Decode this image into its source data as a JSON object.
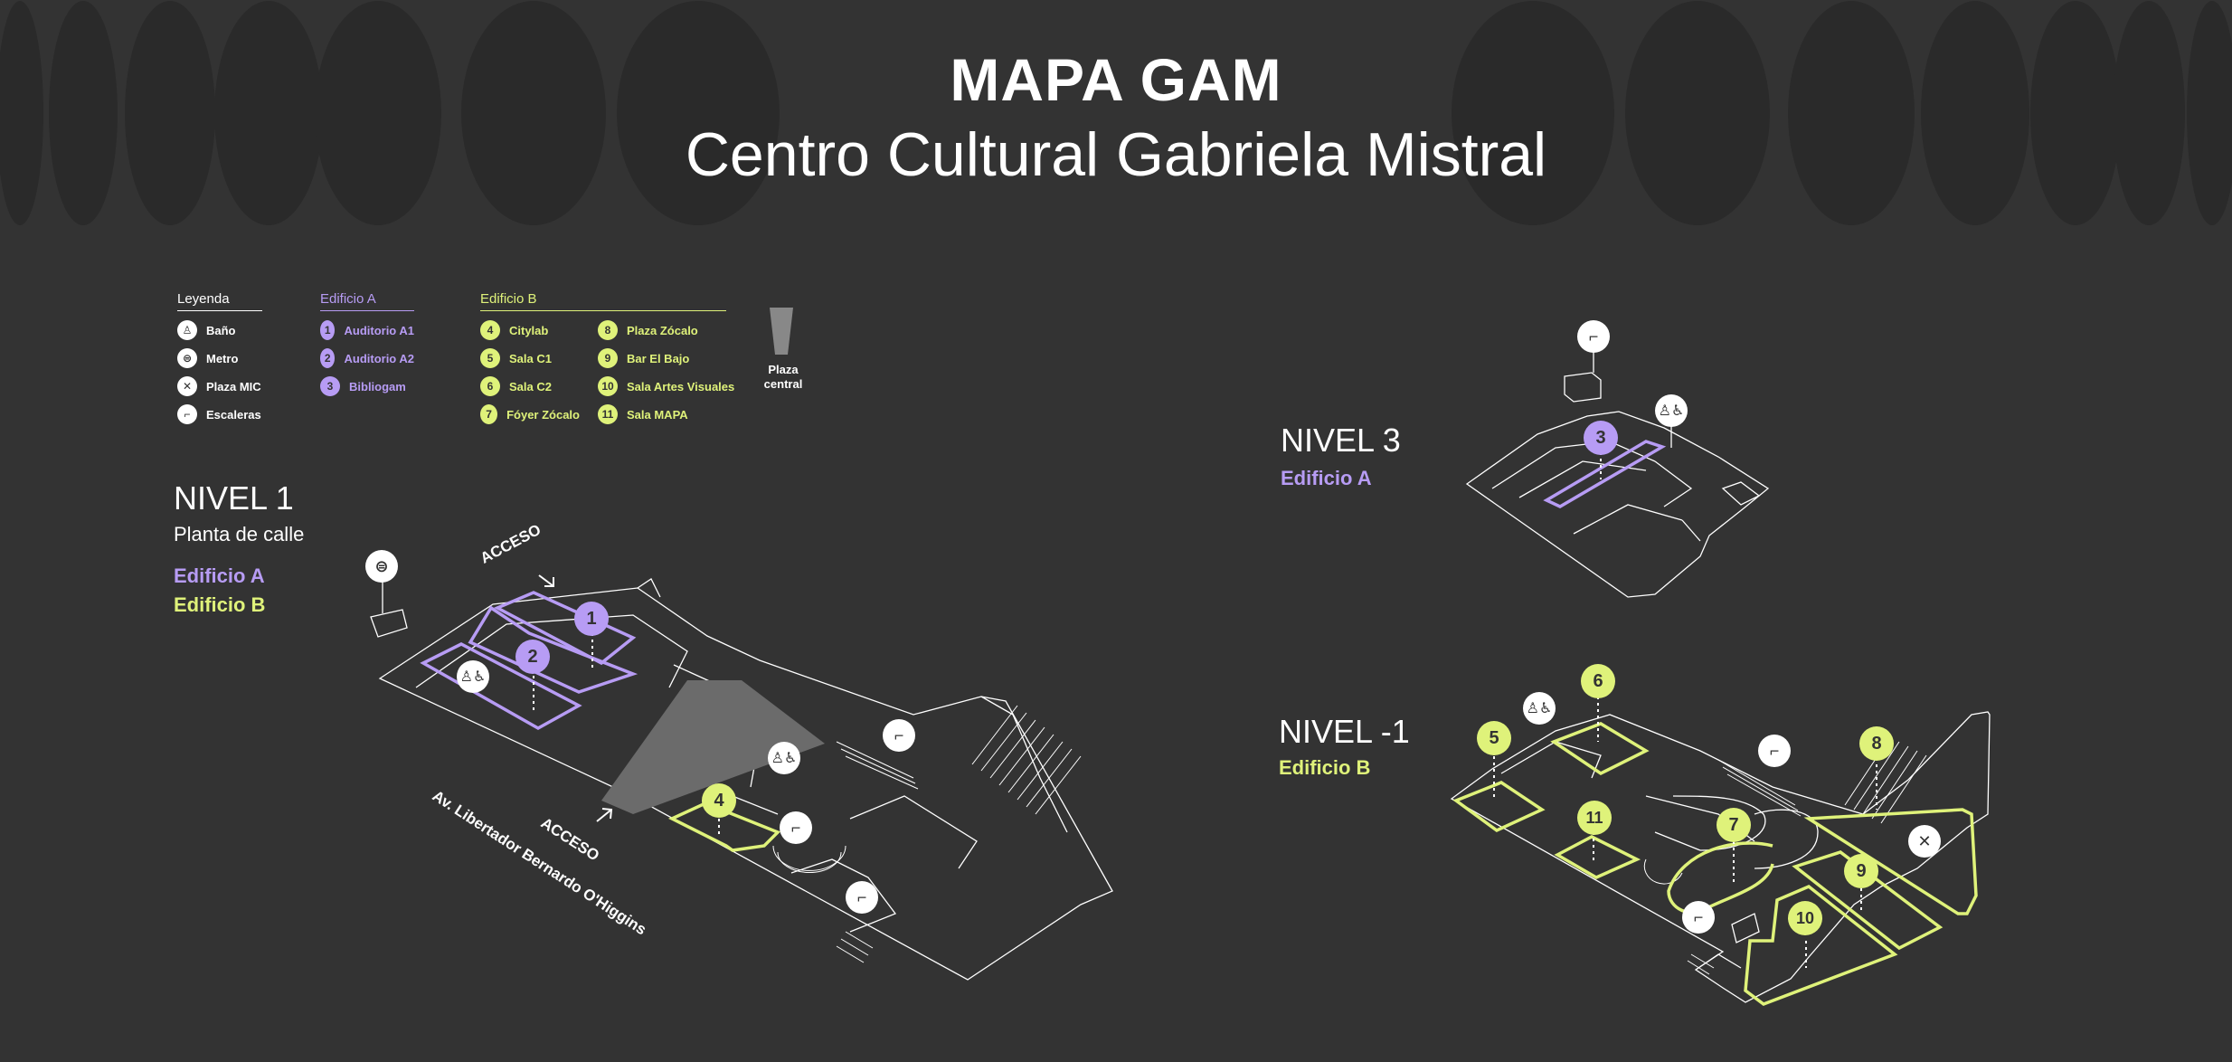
{
  "header": {
    "title": "MAPA GAM",
    "subtitle": "Centro Cultural Gabriela Mistral"
  },
  "legend": {
    "general_heading": "Leyenda",
    "general_items": [
      {
        "label": "Baño",
        "icon": "restroom-icon"
      },
      {
        "label": "Metro",
        "icon": "metro-icon"
      },
      {
        "label": "Plaza MIC",
        "icon": "utensils-icon"
      },
      {
        "label": "Escaleras",
        "icon": "stairs-icon"
      }
    ],
    "edificio_a_heading": "Edificio A",
    "edificio_a_items": [
      {
        "num": "1",
        "label": "Auditorio A1"
      },
      {
        "num": "2",
        "label": "Auditorio A2"
      },
      {
        "num": "3",
        "label": "Bibliogam"
      }
    ],
    "edificio_b_heading": "Edificio B",
    "edificio_b_items": [
      {
        "num": "4",
        "label": "Citylab"
      },
      {
        "num": "5",
        "label": "Sala C1"
      },
      {
        "num": "6",
        "label": "Sala C2"
      },
      {
        "num": "7",
        "label": "Fóyer Zócalo"
      },
      {
        "num": "8",
        "label": "Plaza Zócalo"
      },
      {
        "num": "9",
        "label": "Bar El Bajo"
      },
      {
        "num": "10",
        "label": "Sala Artes Visuales"
      },
      {
        "num": "11",
        "label": "Sala MAPA"
      }
    ],
    "plaza_label_1": "Plaza",
    "plaza_label_2": "central"
  },
  "levels": {
    "nivel1": {
      "name": "NIVEL 1",
      "sub": "Planta de calle",
      "bld_a": "Edificio A",
      "bld_b": "Edificio B"
    },
    "nivel3": {
      "name": "NIVEL 3",
      "bld_a": "Edificio A"
    },
    "nivelm1": {
      "name": "NIVEL -1",
      "bld_b": "Edificio B"
    }
  },
  "street_labels": {
    "access_top": "ACCESO",
    "access_bottom": "ACCESO",
    "avenue": "Av. Libertador Bernardo O'Higgins"
  },
  "colors": {
    "background": "#333333",
    "edificio_a": "#b79cf4",
    "edificio_b": "#dff27a",
    "outline": "#ffffff"
  }
}
